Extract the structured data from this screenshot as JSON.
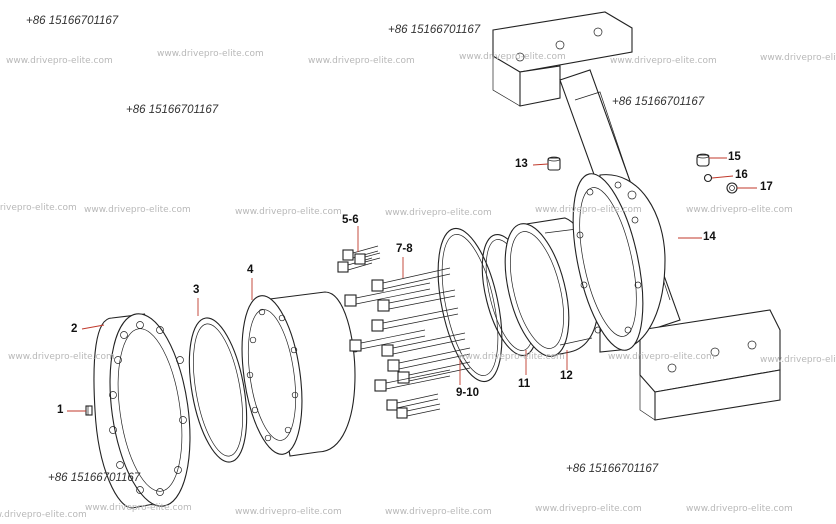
{
  "watermark": {
    "site": "www.drivepro-elite.com",
    "phone": "+86 15166701167"
  },
  "callouts": [
    {
      "id": "1",
      "text": "1"
    },
    {
      "id": "2",
      "text": "2"
    },
    {
      "id": "3",
      "text": "3"
    },
    {
      "id": "4",
      "text": "4"
    },
    {
      "id": "5",
      "text": "5-6"
    },
    {
      "id": "7",
      "text": "7-8"
    },
    {
      "id": "9",
      "text": "9-10"
    },
    {
      "id": "11",
      "text": "11"
    },
    {
      "id": "12",
      "text": "12"
    },
    {
      "id": "13",
      "text": "13"
    },
    {
      "id": "14",
      "text": "14"
    },
    {
      "id": "15",
      "text": "15"
    },
    {
      "id": "16",
      "text": "16"
    },
    {
      "id": "17",
      "text": "17"
    }
  ],
  "colors": {
    "line": "#222222",
    "leader": "#c0392b",
    "watermark": "#b8b8b8"
  }
}
